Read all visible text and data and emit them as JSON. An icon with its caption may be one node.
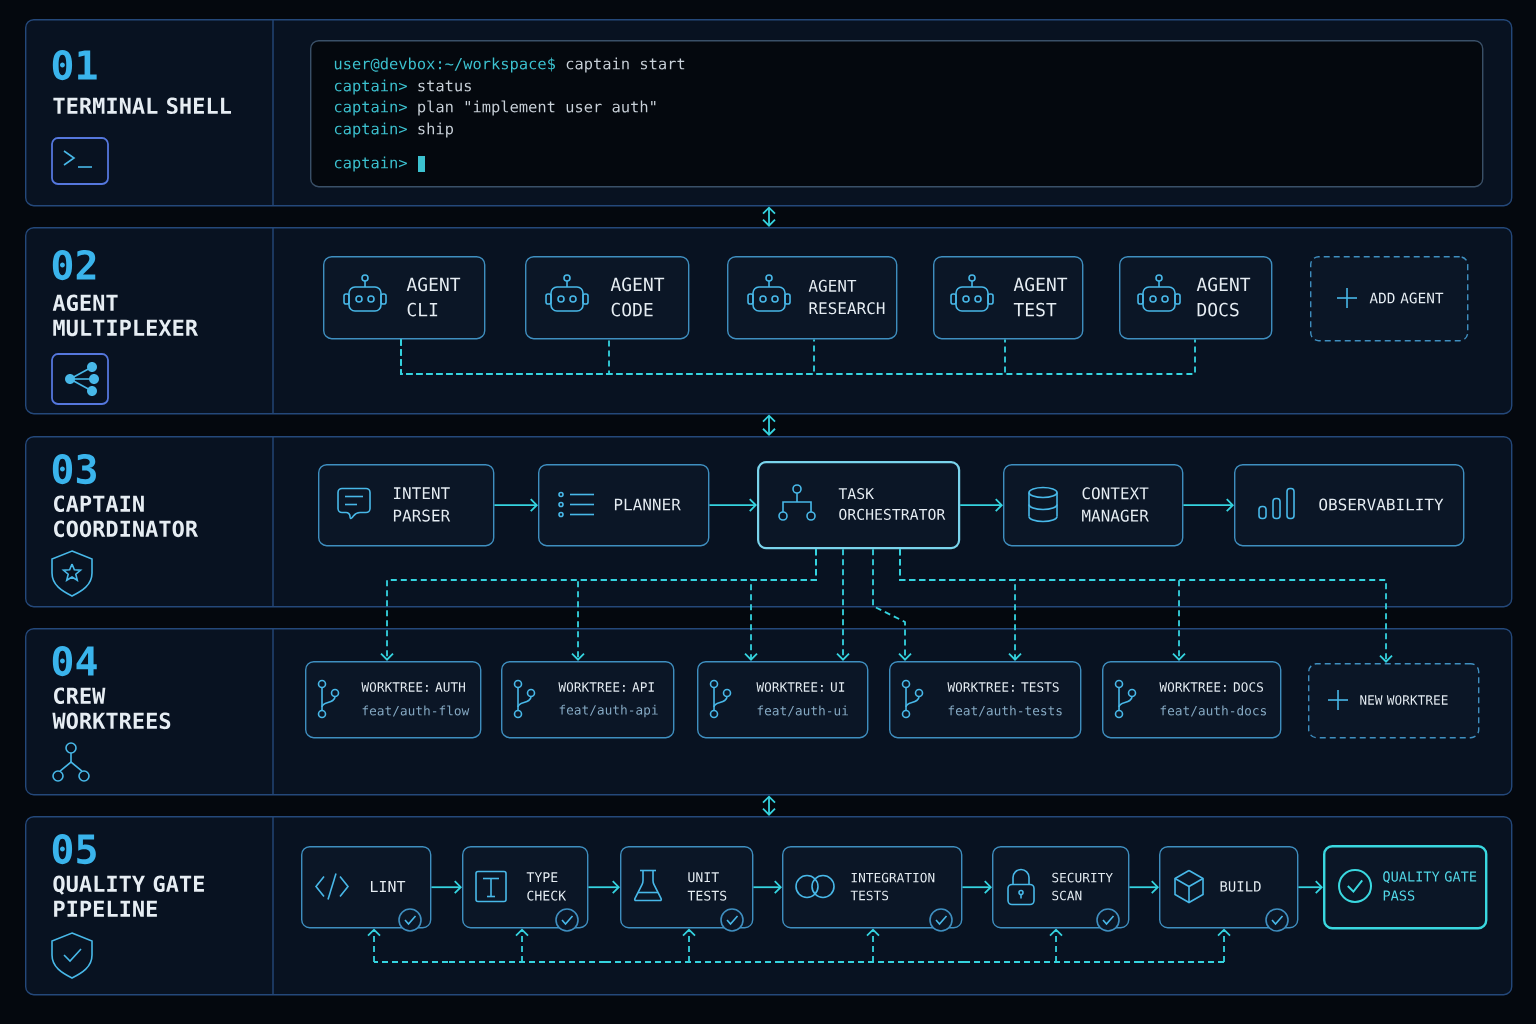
{
  "diagram": {
    "nodes": [
      {
        "text": [
          "01",
          "TERMINAL SHELL"
        ]
      },
      {
        "text": [
          "user@devbox:~/workspace$",
          "captain start",
          "captain>",
          "status",
          "captain>",
          "plan \"implement user auth\"",
          "captain>",
          "ship",
          "captain>"
        ],
        "in": 0
      },
      {
        "text": [
          "02",
          "AGENT MULTIPLEXER"
        ]
      },
      {
        "text": [
          "AGENT CLI"
        ],
        "in": 2
      },
      {
        "text": [
          "AGENT CODE"
        ],
        "in": 2
      },
      {
        "text": [
          "AGENT RESEARCH"
        ],
        "in": 2
      },
      {
        "text": [
          "AGENT TEST"
        ],
        "in": 2
      },
      {
        "text": [
          "AGENT DOCS"
        ],
        "in": 2
      },
      {
        "text": [
          "ADD AGENT"
        ],
        "in": 2
      },
      {
        "text": [
          "03",
          "CAPTAIN COORDINATOR"
        ]
      },
      {
        "text": [
          "INTENT PARSER"
        ],
        "in": 9
      },
      {
        "text": [
          "PLANNER"
        ],
        "in": 9
      },
      {
        "text": [
          "TASK ORCHESTRATOR"
        ],
        "in": 9
      },
      {
        "text": [
          "CONTEXT MANAGER"
        ],
        "in": 9
      },
      {
        "text": [
          "OBSERVABILITY"
        ],
        "in": 9
      },
      {
        "text": [
          "04",
          "CREW WORKTREES"
        ]
      },
      {
        "text": [
          "WORKTREE: AUTH",
          "feat/auth-flow"
        ],
        "in": 15
      },
      {
        "text": [
          "WORKTREE: API",
          "feat/auth-api"
        ],
        "in": 15
      },
      {
        "text": [
          "WORKTREE: UI",
          "feat/auth-ui"
        ],
        "in": 15
      },
      {
        "text": [
          "WORKTREE: TESTS",
          "feat/auth-tests"
        ],
        "in": 15
      },
      {
        "text": [
          "WORKTREE: DOCS",
          "feat/auth-docs"
        ],
        "in": 15
      },
      {
        "text": [
          "NEW WORKTREE"
        ],
        "in": 15
      },
      {
        "text": [
          "05",
          "QUALITY GATE PIPELINE"
        ]
      },
      {
        "text": [
          "LINT"
        ],
        "in": 22
      },
      {
        "text": [
          "TYPE CHECK"
        ],
        "in": 22
      },
      {
        "text": [
          "UNIT TESTS"
        ],
        "in": 22
      },
      {
        "text": [
          "INTEGRATION TESTS"
        ],
        "in": 22
      },
      {
        "text": [
          "SECURITY SCAN"
        ],
        "in": 22
      },
      {
        "text": [
          "BUILD"
        ],
        "in": 22
      },
      {
        "text": [
          "QUALITY GATE PASS"
        ],
        "in": 22
      }
    ],
    "edges": [
      {
        "from": 0,
        "to": 2,
        "arrow": "both"
      },
      {
        "from": 3,
        "to": 4,
        "arrow": "none",
        "style": "dashed"
      },
      {
        "from": 3,
        "to": 5,
        "arrow": "none",
        "style": "dashed"
      },
      {
        "from": 3,
        "to": 6,
        "arrow": "none",
        "style": "dashed"
      },
      {
        "from": 3,
        "to": 7,
        "arrow": "none",
        "style": "dashed"
      },
      {
        "from": 2,
        "to": 9,
        "arrow": "both"
      },
      {
        "from": 10,
        "to": 11,
        "arrow": "to"
      },
      {
        "from": 11,
        "to": 12,
        "arrow": "to"
      },
      {
        "from": 12,
        "to": 13,
        "arrow": "to"
      },
      {
        "from": 13,
        "to": 14,
        "arrow": "to"
      },
      {
        "from": 12,
        "to": 16,
        "arrow": "to",
        "style": "dashed"
      },
      {
        "from": 12,
        "to": 17,
        "arrow": "to",
        "style": "dashed"
      },
      {
        "from": 12,
        "to": 18,
        "arrow": "to",
        "style": "dashed"
      },
      {
        "from": 12,
        "to": 18,
        "arrow": "to",
        "style": "dashed"
      },
      {
        "from": 12,
        "to": 19,
        "arrow": "to",
        "style": "dashed"
      },
      {
        "from": 12,
        "to": 19,
        "arrow": "to",
        "style": "dashed"
      },
      {
        "from": 12,
        "to": 20,
        "arrow": "to",
        "style": "dashed"
      },
      {
        "from": 12,
        "to": 21,
        "arrow": "to",
        "style": "dashed"
      },
      {
        "from": 15,
        "to": 22,
        "arrow": "both"
      },
      {
        "from": 23,
        "to": 24,
        "arrow": "to"
      },
      {
        "from": 24,
        "to": 25,
        "arrow": "to"
      },
      {
        "from": 25,
        "to": 26,
        "arrow": "to"
      },
      {
        "from": 26,
        "to": 27,
        "arrow": "to"
      },
      {
        "from": 27,
        "to": 28,
        "arrow": "to"
      },
      {
        "from": 28,
        "to": 29,
        "arrow": "to"
      },
      {
        "from": null,
        "to": 23,
        "arrow": "to",
        "style": "dashed"
      },
      {
        "from": null,
        "to": 24,
        "arrow": "to",
        "style": "dashed"
      },
      {
        "from": null,
        "to": 25,
        "arrow": "to",
        "style": "dashed"
      },
      {
        "from": null,
        "to": 26,
        "arrow": "to",
        "style": "dashed"
      },
      {
        "from": null,
        "to": 27,
        "arrow": "to",
        "style": "dashed"
      },
      {
        "from": null,
        "to": 28,
        "arrow": "to",
        "style": "dashed"
      }
    ]
  }
}
